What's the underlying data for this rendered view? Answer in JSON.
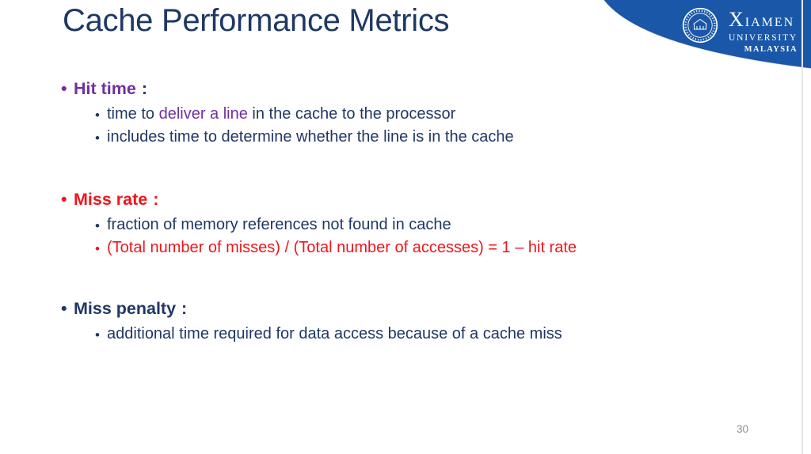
{
  "colors": {
    "navy": "#1F3864",
    "purple": "#7030A0",
    "red": "#EE161D",
    "swoosh-blue": "#1A57A8",
    "page-gray": "#8F8F8F"
  },
  "header": {
    "title": "Cache Performance Metrics"
  },
  "logo": {
    "seal_icon": "xiamen-university-seal",
    "institution_initial": "X",
    "institution_rest": "IAMEN",
    "line2": "UNIVERSITY",
    "line3": "MALAYSIA"
  },
  "content": {
    "sections": [
      {
        "heading": "Hit time",
        "colon": ":",
        "items": [
          {
            "seg0": "time to ",
            "seg1": "deliver a line",
            "seg2": " in the cache to the processor"
          },
          {
            "seg0": "includes time to determine whether the line is in the cache"
          }
        ]
      },
      {
        "heading": "Miss rate",
        "colon": ":",
        "items": [
          {
            "seg0": "fraction of memory references not found in cache"
          },
          {
            "seg0": "(Total number of misses) / (Total number of accesses) = 1 – hit rate"
          }
        ]
      },
      {
        "heading": "Miss penalty",
        "colon": ":",
        "items": [
          {
            "seg0": "additional time required for data access because of a cache miss"
          }
        ]
      }
    ]
  },
  "footer": {
    "page_number": "30"
  }
}
